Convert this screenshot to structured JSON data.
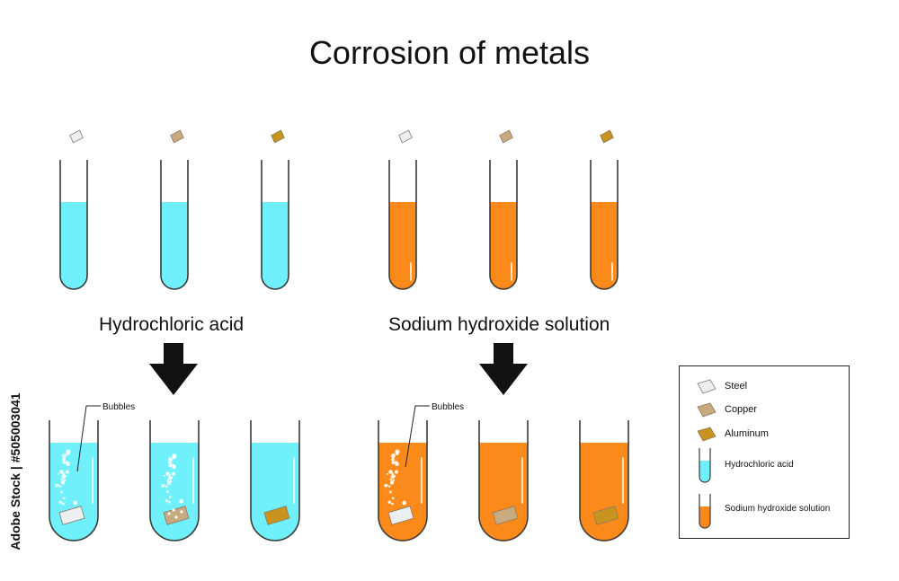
{
  "title": "Corrosion of metals",
  "labels": {
    "acid": "Hydrochloric acid",
    "base": "Sodium hydroxide solution",
    "bubbles": "Bubbles"
  },
  "watermark": "Adobe Stock | #505003041",
  "colors": {
    "acid": "#6ff0fb",
    "base": "#fb8a1a",
    "steel": "#ecefef",
    "copper": "#c9a97e",
    "aluminum": "#c8941e",
    "outline": "#3a3a3a"
  },
  "legend": [
    {
      "label": "Steel",
      "swatch": "steel"
    },
    {
      "label": "Copper",
      "swatch": "copper"
    },
    {
      "label": "Aluminum",
      "swatch": "aluminum"
    },
    {
      "label": "Hydrochloric acid",
      "swatch": "acid-tube"
    },
    {
      "label": "Sodium hydroxide solution",
      "swatch": "base-tube"
    }
  ]
}
